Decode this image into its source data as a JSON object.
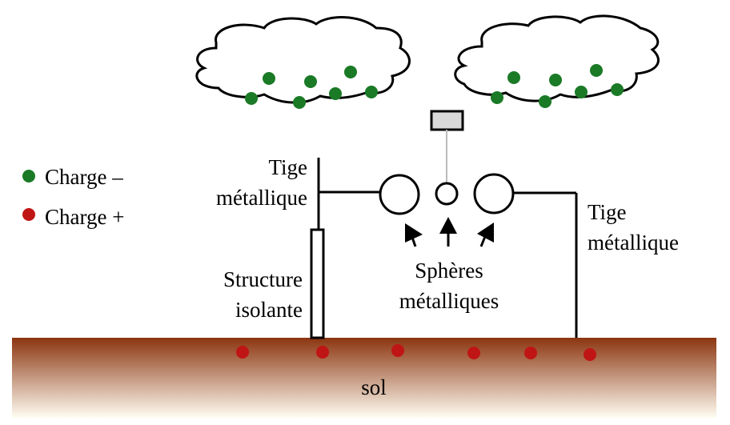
{
  "legend": {
    "negative": {
      "label": "Charge –",
      "color": "#1a7a26"
    },
    "positive": {
      "label": "Charge +",
      "color": "#c01515"
    }
  },
  "labels": {
    "left_rod": [
      "Tige",
      "métallique"
    ],
    "right_rod": [
      "Tige",
      "métallique"
    ],
    "insulator": [
      "Structure",
      "isolante"
    ],
    "spheres": [
      "Sphères",
      "métalliques"
    ],
    "ground": "sol"
  },
  "colors": {
    "ground_top": "#8b3510",
    "ground_bottom": "#fffdf2",
    "holder": "#d9d9d9"
  }
}
